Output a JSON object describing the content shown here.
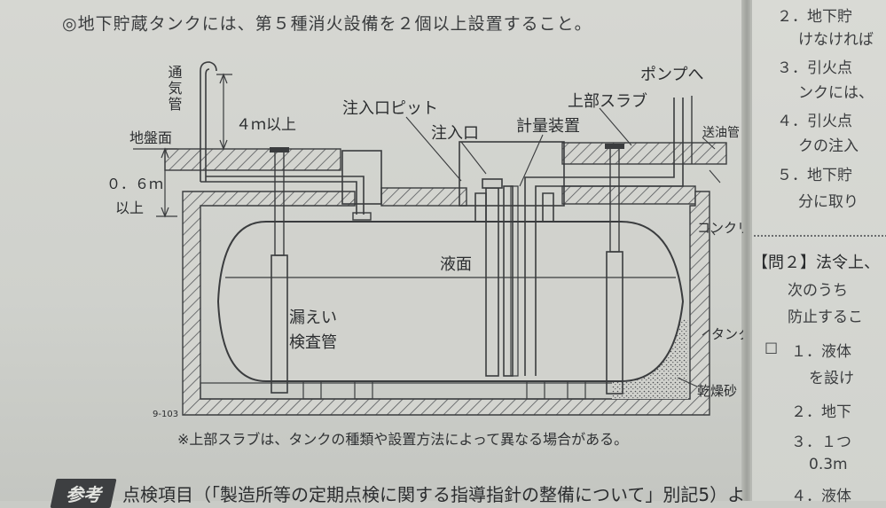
{
  "page": {
    "top_heading": "◎地下貯蔵タンクには、第５種消火設備を２個以上設置すること。",
    "caption": "※上部スラブは、タンクの種類や設置方法によって異なる場合がある。",
    "bottom_badge": "参考",
    "bottom_text": "点検項目（「製造所等の定期点検に関する指導指針の整備について」別記5）よ"
  },
  "diagram": {
    "labels": {
      "vent_pipe": "通気管",
      "height_4m": "４ｍ以上",
      "ground": "地盤面",
      "depth_06m": "０．６ｍ",
      "depth_above": "以上",
      "fill_pit": "注入口ピット",
      "fill_port": "注入口",
      "gauge": "計量装置",
      "to_pump": "ポンプへ",
      "top_slab": "上部スラブ",
      "oil_pipe": "送油管",
      "concrete": "コンクリ",
      "liquid_surface": "液面",
      "leak_tube_1": "漏えい",
      "leak_tube_2": "検査管",
      "tank": "タンク",
      "dry_sand": "乾燥砂",
      "fig_id": "9-103"
    }
  },
  "right": {
    "lines": [
      "２．地下貯",
      "けなければ",
      "３．引火点",
      "ンクには、",
      "４．引火点",
      "クの注入",
      "５．地下貯",
      "分に取り",
      "【問２】法令上、",
      "次のうち",
      "防止するこ",
      "１．液体",
      "を設け",
      "２．地下",
      "３．１つ",
      "0.3m",
      "４．液体"
    ]
  }
}
